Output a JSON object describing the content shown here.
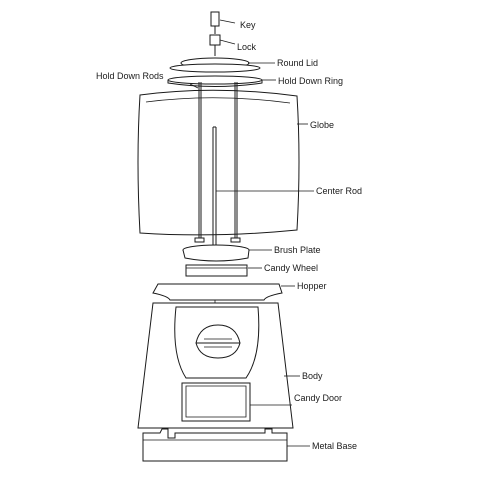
{
  "labels": {
    "key": "Key",
    "lock": "Lock",
    "round_lid": "Round Lid",
    "hold_down_rods": "Hold Down Rods",
    "hold_down_ring": "Hold Down Ring",
    "globe": "Globe",
    "center_rod": "Center Rod",
    "brush_plate": "Brush Plate",
    "candy_wheel": "Candy Wheel",
    "hopper": "Hopper",
    "body": "Body",
    "candy_door": "Candy Door",
    "metal_base": "Metal Base"
  }
}
